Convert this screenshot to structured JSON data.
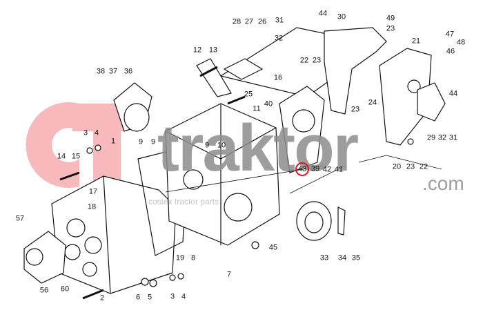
{
  "watermark": {
    "brand": "ctraktor",
    "suffix": ".com",
    "tagline": "costex tractor parts",
    "logo_color": "#f28b8f",
    "text_color": "#8c8c8c"
  },
  "highlight_color": "#e0141e",
  "callouts": [
    "12",
    "13",
    "28",
    "27",
    "26",
    "31",
    "44",
    "30",
    "32",
    "49",
    "23",
    "21",
    "47",
    "48",
    "46",
    "16",
    "22",
    "23",
    "25",
    "11",
    "40",
    "23",
    "24",
    "44",
    "29",
    "32",
    "31",
    "20",
    "23",
    "22",
    "43",
    "39",
    "42",
    "41",
    "9",
    "9",
    "9",
    "10",
    "38",
    "37",
    "36",
    "3",
    "4",
    "1",
    "14",
    "15",
    "17",
    "18",
    "57",
    "56",
    "60",
    "2",
    "6",
    "5",
    "3",
    "4",
    "19",
    "8",
    "7",
    "45",
    "33",
    "34",
    "35"
  ],
  "highlighted_part": "43"
}
